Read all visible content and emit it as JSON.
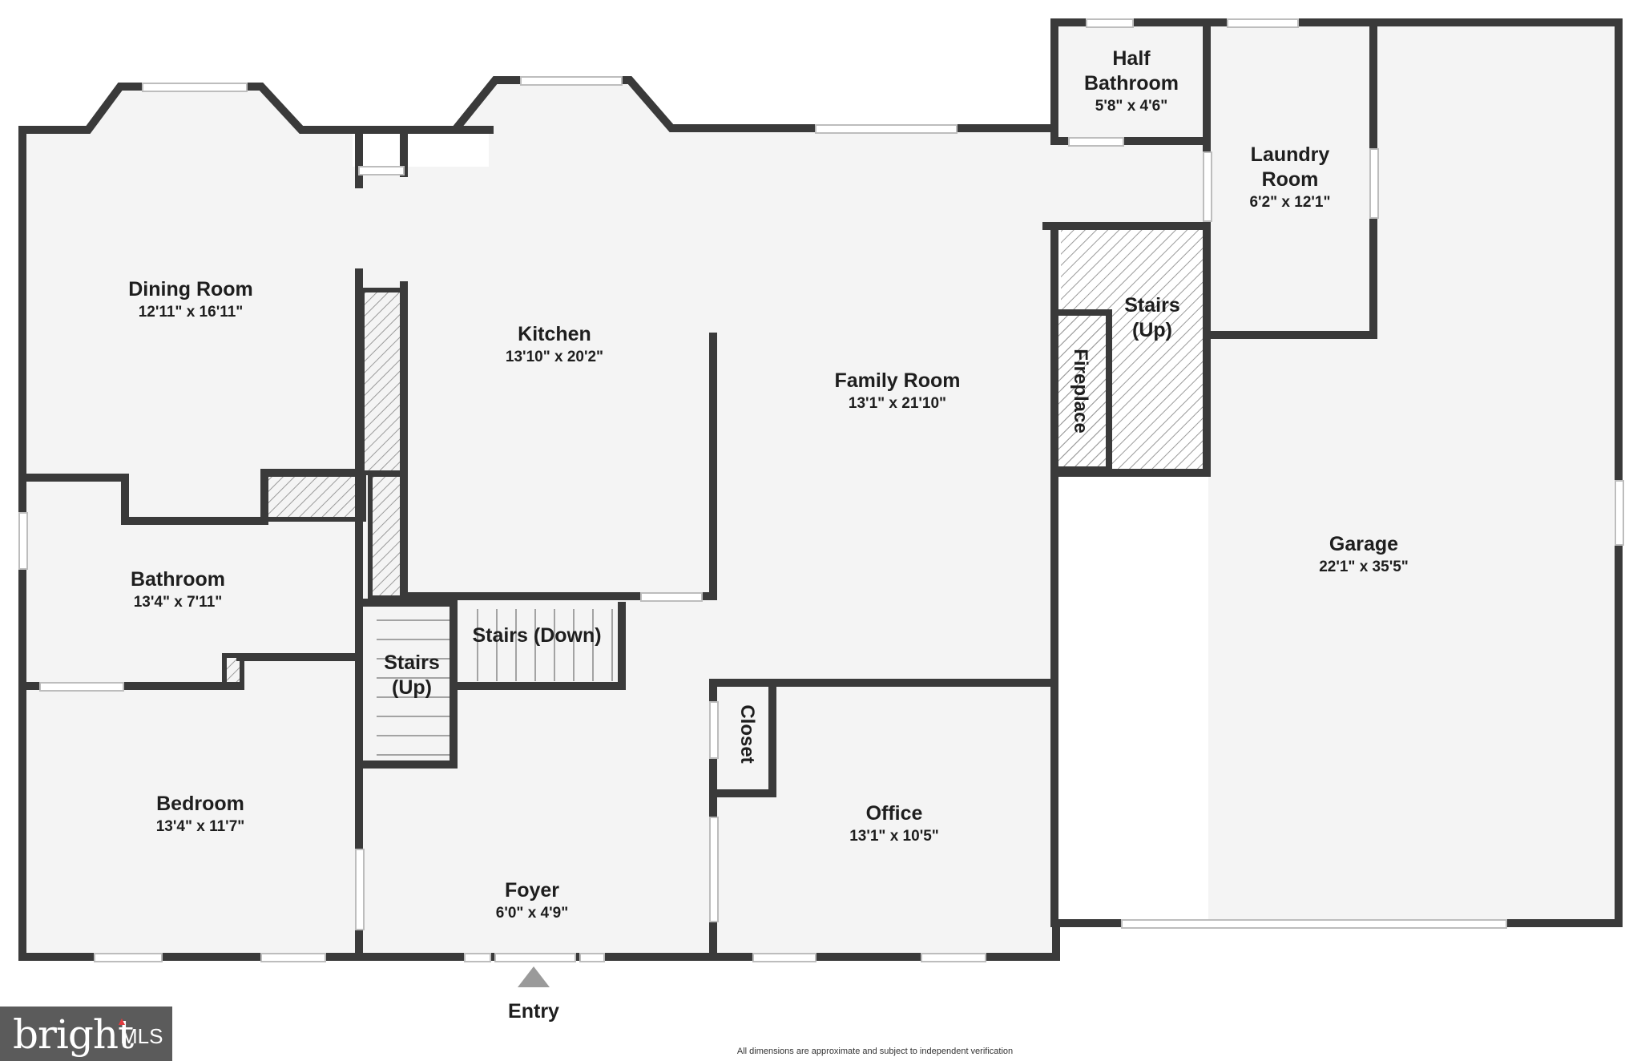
{
  "rooms": {
    "dining_room": {
      "name": "Dining Room",
      "dims": "12'11\" x 16'11\""
    },
    "kitchen": {
      "name": "Kitchen",
      "dims": "13'10\" x 20'2\""
    },
    "family_room": {
      "name": "Family Room",
      "dims": "13'1\" x 21'10\""
    },
    "half_bathroom": {
      "name_line1": "Half",
      "name_line2": "Bathroom",
      "dims": "5'8\" x 4'6\""
    },
    "laundry_room": {
      "name_line1": "Laundry",
      "name_line2": "Room",
      "dims": "6'2\" x 12'1\""
    },
    "bathroom": {
      "name": "Bathroom",
      "dims": "13'4\" x 7'11\""
    },
    "bedroom": {
      "name": "Bedroom",
      "dims": "13'4\" x 11'7\""
    },
    "foyer": {
      "name": "Foyer",
      "dims": "6'0\" x 4'9\""
    },
    "office": {
      "name": "Office",
      "dims": "13'1\" x 10'5\""
    },
    "garage": {
      "name": "Garage",
      "dims": "22'1\" x 35'5\""
    }
  },
  "features": {
    "stairs_up_right": {
      "line1": "Stairs",
      "line2": "(Up)"
    },
    "stairs_up_left": {
      "line1": "Stairs",
      "line2": "(Up)"
    },
    "stairs_down": "Stairs (Down)",
    "fireplace": "Fireplace",
    "closet": "Closet"
  },
  "entry": "Entry",
  "footnote": "All dimensions are approximate and subject to independent verification",
  "brand": {
    "word": "bright",
    "suffix": "MLS"
  },
  "colors": {
    "wall": "#3a3a3a",
    "floor": "#f4f4f4",
    "window": "#d8d8d8",
    "hatch": "#9a9a9a"
  }
}
